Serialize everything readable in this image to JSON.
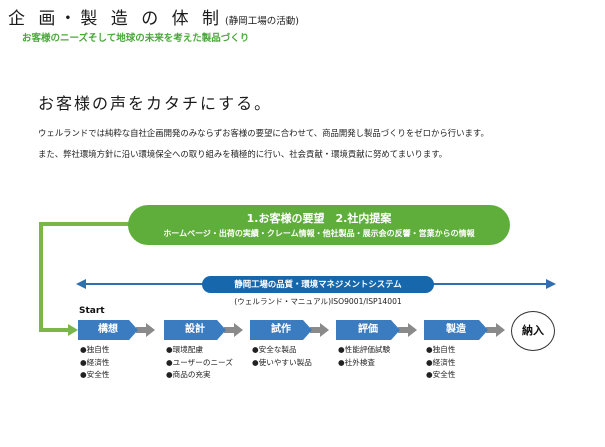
{
  "header": {
    "title": "企 画・製 造 の 体 制",
    "title_sub": "(静岡工場の活動)",
    "tagline": "お客様のニーズそして地球の未来を考えた製品づくり"
  },
  "section": {
    "heading": "お客様の声をカタチにする。",
    "paragraphs": [
      "ウェルランドでは純粋な自社企画開発のみならずお客様の要望に合わせて、商品開発し製品づくりをゼロから行います。",
      "また、弊社環境方針に沿い環境保全への取り組みを積極的に行い、社会貢献・環境貢献に努めてまいります。"
    ]
  },
  "diagram": {
    "input_box": {
      "line1": "1.お客様の要望　2.社内提案",
      "line2": "ホームページ・出荷の実績・クレーム情報・他社製品・展示会の反響・営業からの情報"
    },
    "system": {
      "label": "静岡工場の品質・環境マネジメントシステム",
      "sub": "(ウェルランド・マニュアル)ISO9001/ISP14001"
    },
    "start_label": "Start",
    "steps": [
      {
        "label": "構想",
        "notes": [
          "●独自性",
          "●経済性",
          "●安全性"
        ]
      },
      {
        "label": "設計",
        "notes": [
          "●環境配慮",
          "●ユーザーのニーズ",
          "●商品の充実"
        ]
      },
      {
        "label": "試作",
        "notes": [
          "●安全な製品",
          "●使いやすい製品"
        ]
      },
      {
        "label": "評価",
        "notes": [
          "●性能評価試験",
          "●社外検査"
        ]
      },
      {
        "label": "製造",
        "notes": [
          "●独自性",
          "●経済性",
          "●安全性"
        ]
      }
    ],
    "end_label": "納入",
    "colors": {
      "green": "#5fae3c",
      "connector_green": "#7ab648",
      "blue_dark": "#1767ad",
      "step_blue": "#3b7bbf",
      "arrow_blue": "#2f6fae"
    }
  }
}
